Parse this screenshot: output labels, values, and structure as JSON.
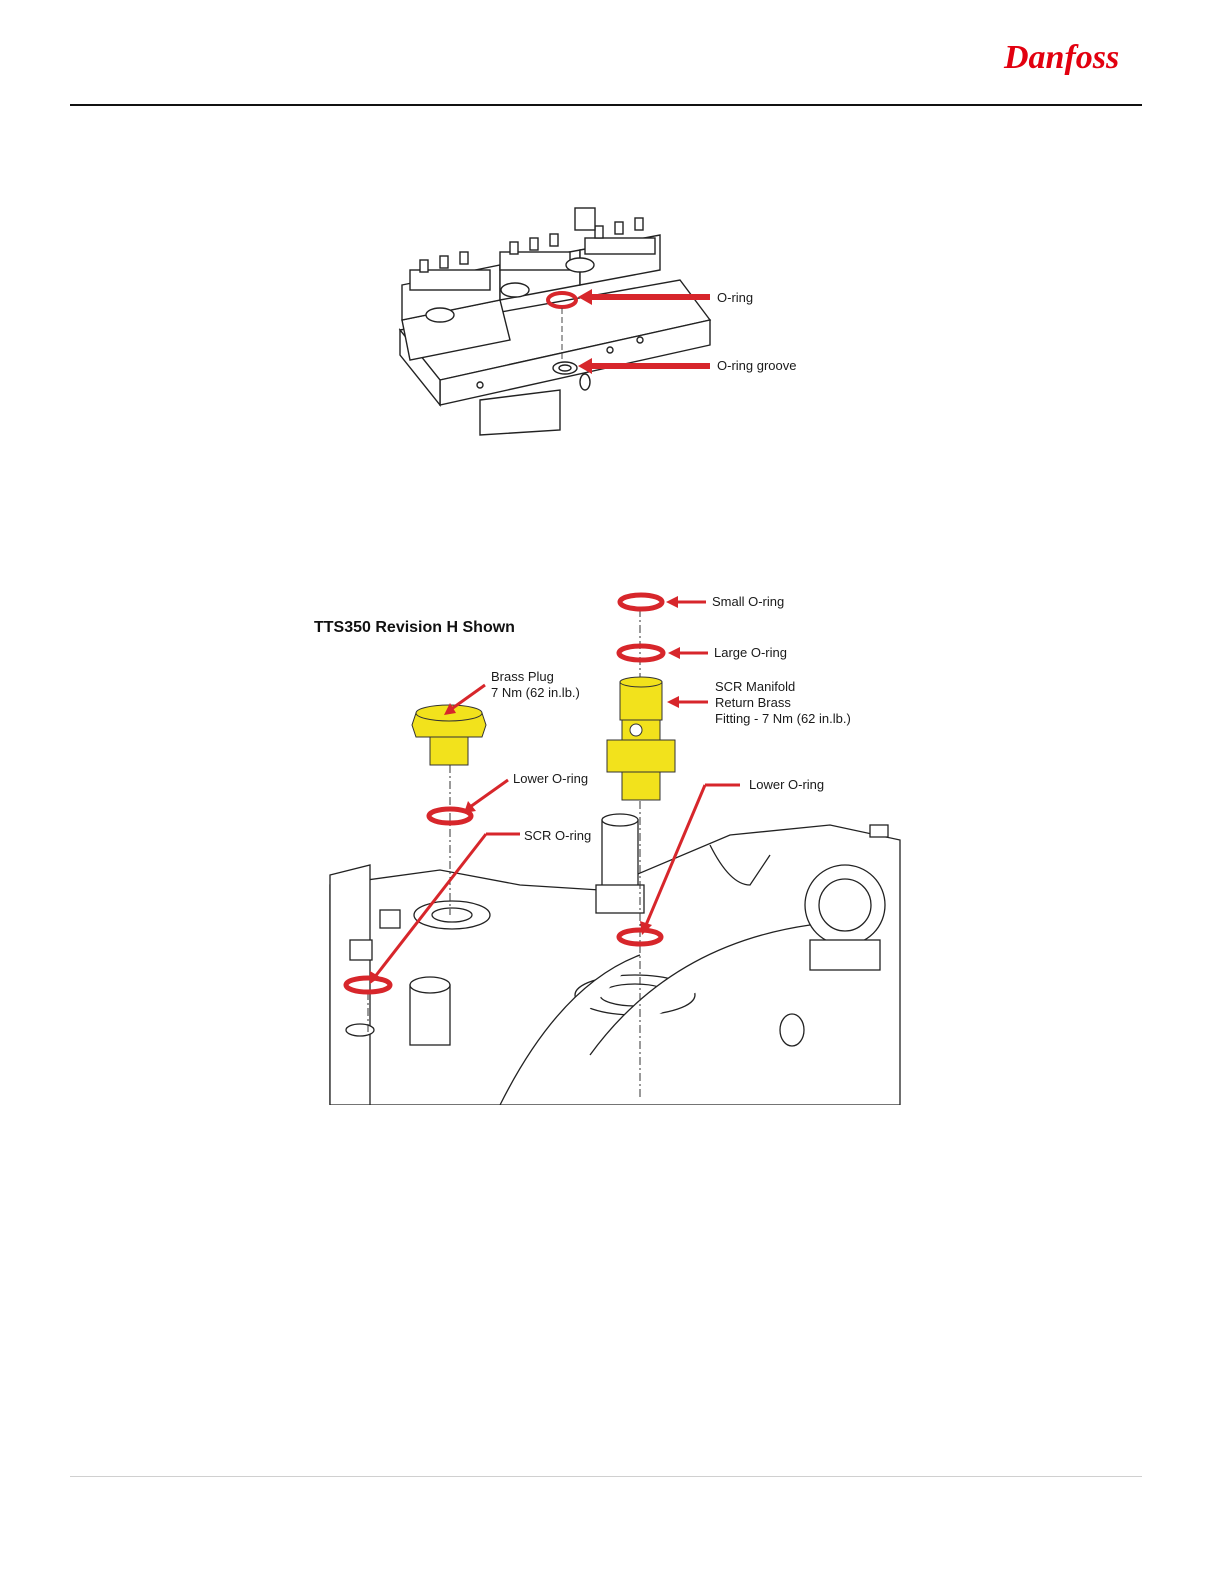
{
  "brand": {
    "name": "Danfoss",
    "color": "#e2000f"
  },
  "figure1": {
    "labels": {
      "oring": "O-ring",
      "oring_groove": "O-ring groove"
    }
  },
  "figure2": {
    "title": "TTS350 Revision H Shown",
    "labels": {
      "small_oring": "Small O-ring",
      "large_oring": "Large O-ring",
      "scr_manifold_1": "SCR Manifold",
      "scr_manifold_2": "Return Brass",
      "scr_manifold_3": "Fitting - 7 Nm (62 in.lb.)",
      "brass_plug_1": "Brass Plug",
      "brass_plug_2": "7 Nm (62 in.lb.)",
      "lower_oring_left": "Lower O-ring",
      "lower_oring_right": "Lower O-ring",
      "scr_oring": "SCR O-ring"
    }
  },
  "colors": {
    "oring_red": "#d7262b",
    "brass_yellow": "#f2e21c",
    "arrow_red": "#d7262b"
  }
}
